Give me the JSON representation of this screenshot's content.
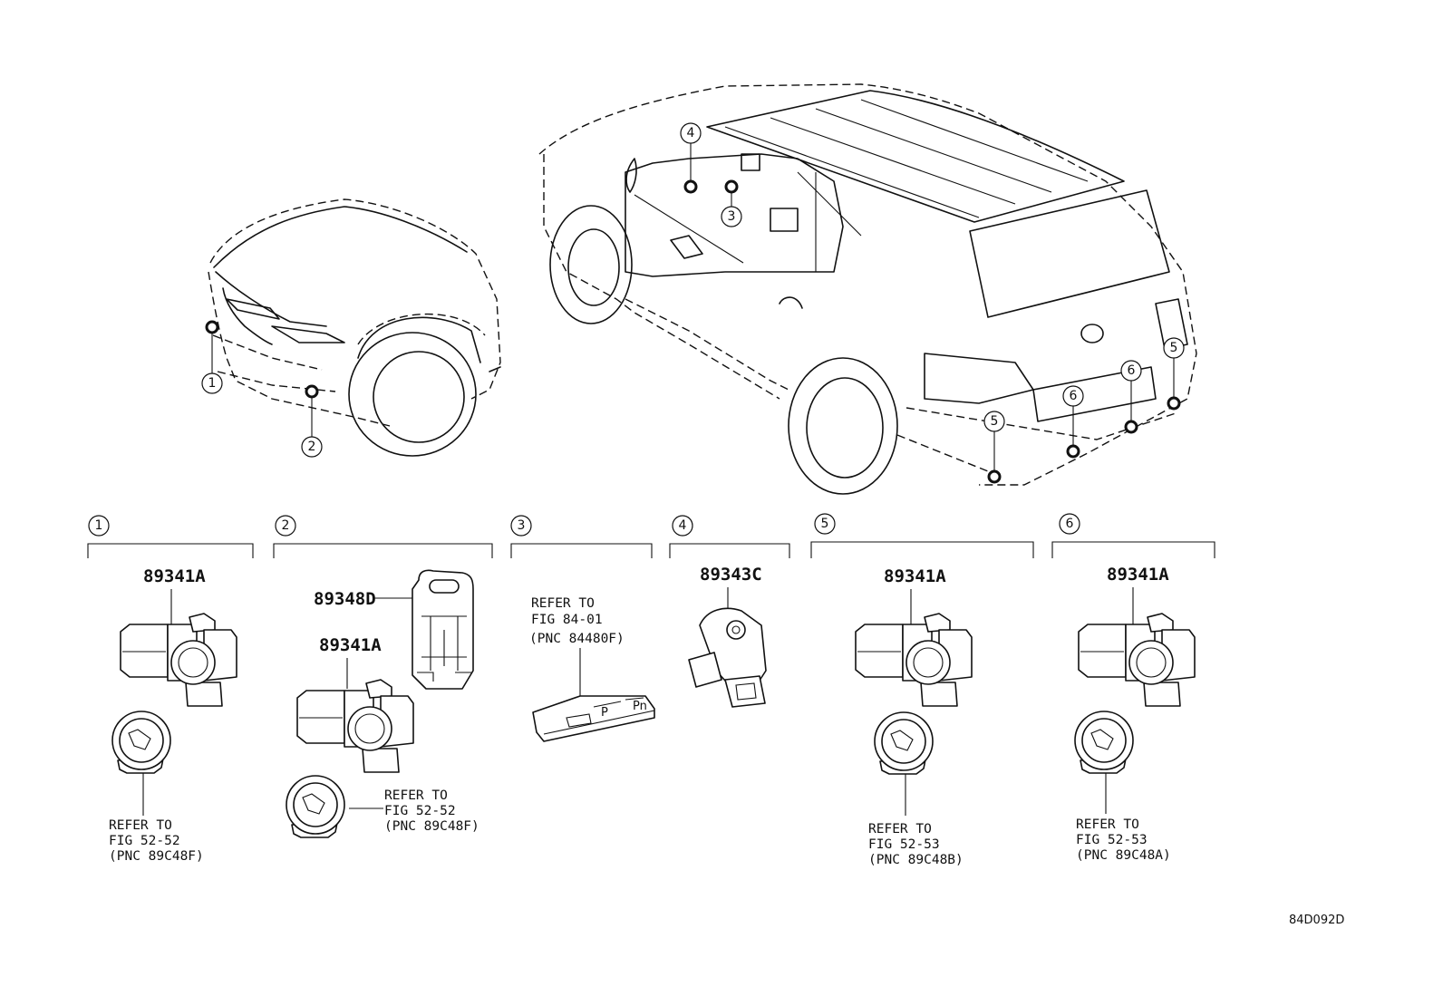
{
  "callouts": [
    "1",
    "2",
    "3",
    "4",
    "5",
    "6"
  ],
  "parts": {
    "p1": "89341A",
    "p2a": "89348D",
    "p2b": "89341A",
    "p4": "89343C",
    "p5": "89341A",
    "p6": "89341A"
  },
  "refs": {
    "r1": [
      "REFER TO",
      "FIG 52-52",
      "(PNC 89C48F)"
    ],
    "r2": [
      "REFER TO",
      "FIG 52-52",
      "(PNC 89C48F)"
    ],
    "r3": [
      "REFER TO",
      "FIG 84-01",
      "(PNC 84480F)"
    ],
    "r5": [
      "REFER TO",
      "FIG 52-53",
      "(PNC 89C48B)"
    ],
    "r6": [
      "REFER TO",
      "FIG 52-53",
      "(PNC 89C48A)"
    ]
  },
  "diagram_code": "84D092D"
}
